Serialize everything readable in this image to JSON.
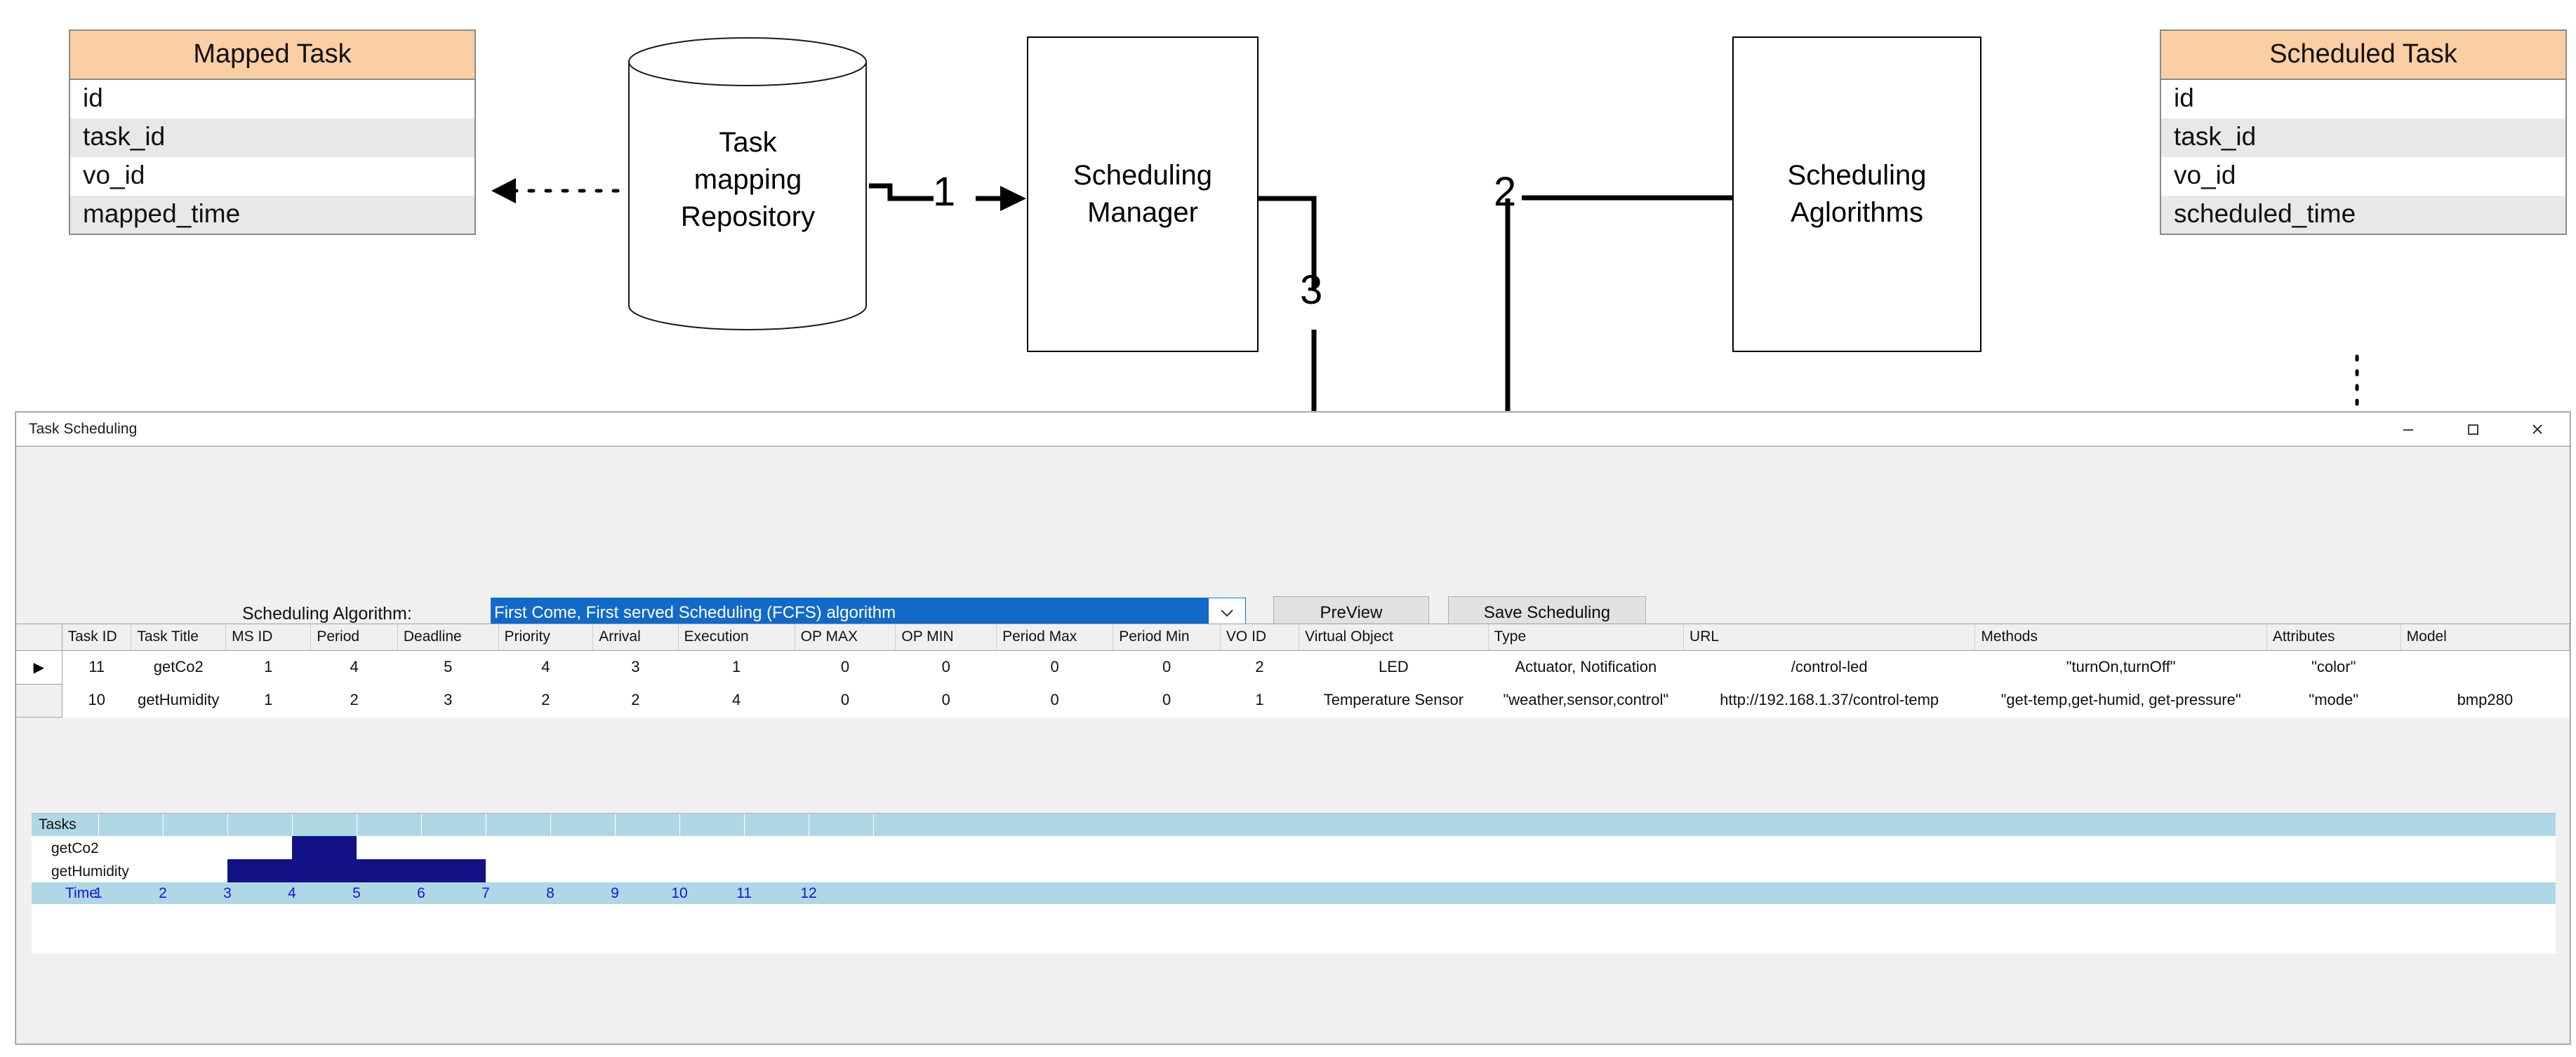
{
  "diagram": {
    "mapped_task": {
      "title": "Mapped Task",
      "rows": [
        "id",
        "task_id",
        "vo_id",
        "mapped_time"
      ]
    },
    "scheduled_task": {
      "title": "Scheduled Task",
      "rows": [
        "id",
        "task_id",
        "vo_id",
        "scheduled_time"
      ]
    },
    "repository": {
      "line1": "Task",
      "line2": "mapping",
      "line3": "Repository"
    },
    "scheduling_manager": {
      "line1": "Scheduling",
      "line2": "Manager"
    },
    "scheduling_algorithms": {
      "line1": "Scheduling",
      "line2": "Aglorithms"
    },
    "flow_numbers": {
      "one": "1",
      "two": "2",
      "three": "3"
    }
  },
  "window": {
    "title": "Task Scheduling",
    "controls": {
      "minimize": "minimize-button",
      "maximize": "maximize-button",
      "close": "close-button"
    }
  },
  "form": {
    "algorithm_label": "Scheduling Algorithm:",
    "algorithm_value": "First Come, First served Scheduling (FCFS) algorithm",
    "preview_button": "PreView",
    "save_button": "Save Scheduling"
  },
  "grid": {
    "columns": [
      "Task ID",
      "Task Title",
      "MS ID",
      "Period",
      "Deadline",
      "Priority",
      "Arrival",
      "Execution",
      "OP MAX",
      "OP MIN",
      "Period Max",
      "Period Min",
      "VO ID",
      "Virtual Object",
      "Type",
      "URL",
      "Methods",
      "Attributes",
      "Model"
    ],
    "rows": [
      {
        "selected": true,
        "cells": [
          "11",
          "getCo2",
          "1",
          "4",
          "5",
          "4",
          "3",
          "1",
          "0",
          "0",
          "0",
          "0",
          "2",
          "LED",
          "Actuator, Notification",
          "/control-led",
          "\"turnOn,turnOff\"",
          "\"color\"",
          ""
        ]
      },
      {
        "selected": false,
        "cells": [
          "10",
          "getHumidity",
          "1",
          "2",
          "3",
          "2",
          "2",
          "4",
          "0",
          "0",
          "0",
          "0",
          "1",
          "Temperature Sensor",
          "\"weather,sensor,control\"",
          "http://192.168.1.37/control-temp",
          "\"get-temp,get-humid, get-pressure\"",
          "\"mode\"",
          "bmp280"
        ]
      }
    ]
  },
  "chart_data": {
    "type": "bar",
    "title": "Tasks",
    "xlabel": "Time",
    "header_label": "Tasks",
    "axis_label": "Time",
    "ticks": [
      "1",
      "2",
      "3",
      "4",
      "5",
      "6",
      "7",
      "8",
      "9",
      "10",
      "11",
      "12"
    ],
    "bar_color": "#121285",
    "header_color": "#afd8e6",
    "tick_color": "#1414d8",
    "tasks": [
      {
        "name": "getCo2",
        "start": 3,
        "end": 4,
        "duration": 1
      },
      {
        "name": "getHumidity",
        "start": 2,
        "end": 6,
        "duration": 4
      }
    ]
  }
}
